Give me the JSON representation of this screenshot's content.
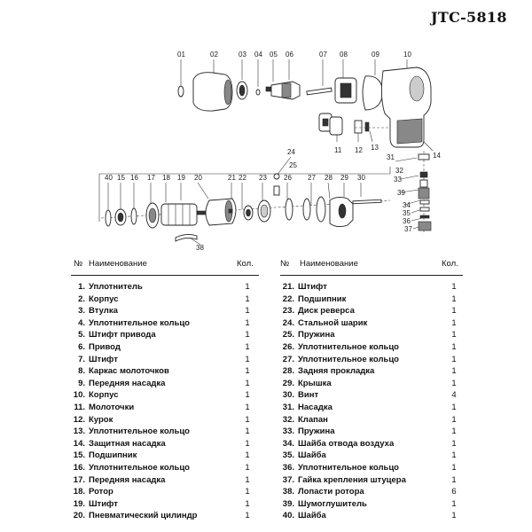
{
  "title": "JTC-5818",
  "callouts": [
    "01",
    "02",
    "03",
    "04",
    "05",
    "06",
    "07",
    "08",
    "09",
    "10",
    "11",
    "12",
    "13",
    "14",
    "15",
    "16",
    "17",
    "18",
    "19",
    "20",
    "21",
    "22",
    "23",
    "24",
    "25",
    "26",
    "27",
    "28",
    "29",
    "30",
    "31",
    "32",
    "33",
    "34",
    "35",
    "36",
    "37",
    "38",
    "39",
    "40"
  ],
  "table": {
    "headers": {
      "num": "№",
      "name": "Наименование",
      "qty": "Кол."
    },
    "left": [
      {
        "num": "1.",
        "name": "Уплотнитель",
        "qty": "1"
      },
      {
        "num": "2.",
        "name": "Корпус",
        "qty": "1"
      },
      {
        "num": "3.",
        "name": "Втулка",
        "qty": "1"
      },
      {
        "num": "4.",
        "name": "Уплотнительное кольцо",
        "qty": "1"
      },
      {
        "num": "5.",
        "name": "Штифт привода",
        "qty": "1"
      },
      {
        "num": "6.",
        "name": "Привод",
        "qty": "1"
      },
      {
        "num": "7.",
        "name": "Штифт",
        "qty": "1"
      },
      {
        "num": "8.",
        "name": "Каркас молоточков",
        "qty": "1"
      },
      {
        "num": "9.",
        "name": "Передняя насадка",
        "qty": "1"
      },
      {
        "num": "10.",
        "name": "Корпус",
        "qty": "1"
      },
      {
        "num": "11.",
        "name": "Молоточки",
        "qty": "1"
      },
      {
        "num": "12.",
        "name": "Курок",
        "qty": "1"
      },
      {
        "num": "13.",
        "name": "Уплотнительное кольцо",
        "qty": "1"
      },
      {
        "num": "14.",
        "name": "Защитная насадка",
        "qty": "1"
      },
      {
        "num": "15.",
        "name": "Подшипник",
        "qty": "1"
      },
      {
        "num": "16.",
        "name": "Уплотнительное кольцо",
        "qty": "1"
      },
      {
        "num": "17.",
        "name": "Передняя насадка",
        "qty": "1"
      },
      {
        "num": "18.",
        "name": "Ротор",
        "qty": "1"
      },
      {
        "num": "19.",
        "name": "Штифт",
        "qty": "1"
      },
      {
        "num": "20.",
        "name": "Пневматический цилиндр",
        "qty": "1"
      }
    ],
    "right": [
      {
        "num": "21.",
        "name": "Штифт",
        "qty": "1"
      },
      {
        "num": "22.",
        "name": "Подшипник",
        "qty": "1"
      },
      {
        "num": "23.",
        "name": "Диск реверса",
        "qty": "1"
      },
      {
        "num": "24.",
        "name": "Стальной шарик",
        "qty": "1"
      },
      {
        "num": "25.",
        "name": "Пружина",
        "qty": "1"
      },
      {
        "num": "26.",
        "name": "Уплотнительное кольцо",
        "qty": "1"
      },
      {
        "num": "27.",
        "name": "Уплотнительное кольцо",
        "qty": "1"
      },
      {
        "num": "28.",
        "name": "Задняя прокладка",
        "qty": "1"
      },
      {
        "num": "29.",
        "name": "Крышка",
        "qty": "1"
      },
      {
        "num": "30.",
        "name": "Винт",
        "qty": "4"
      },
      {
        "num": "31.",
        "name": "Насадка",
        "qty": "1"
      },
      {
        "num": "32.",
        "name": "Клапан",
        "qty": "1"
      },
      {
        "num": "33.",
        "name": "Пружина",
        "qty": "1"
      },
      {
        "num": "34.",
        "name": "Шайба отвода воздуха",
        "qty": "1"
      },
      {
        "num": "35.",
        "name": "Шайба",
        "qty": "1"
      },
      {
        "num": "36.",
        "name": "Уплотнительное кольцо",
        "qty": "1"
      },
      {
        "num": "37.",
        "name": "Гайка крепления штуцера",
        "qty": "1"
      },
      {
        "num": "38.",
        "name": "Лопасти ротора",
        "qty": "6"
      },
      {
        "num": "39.",
        "name": "Шумоглушитель",
        "qty": "1"
      },
      {
        "num": "40.",
        "name": "Шайба",
        "qty": "1"
      }
    ]
  }
}
